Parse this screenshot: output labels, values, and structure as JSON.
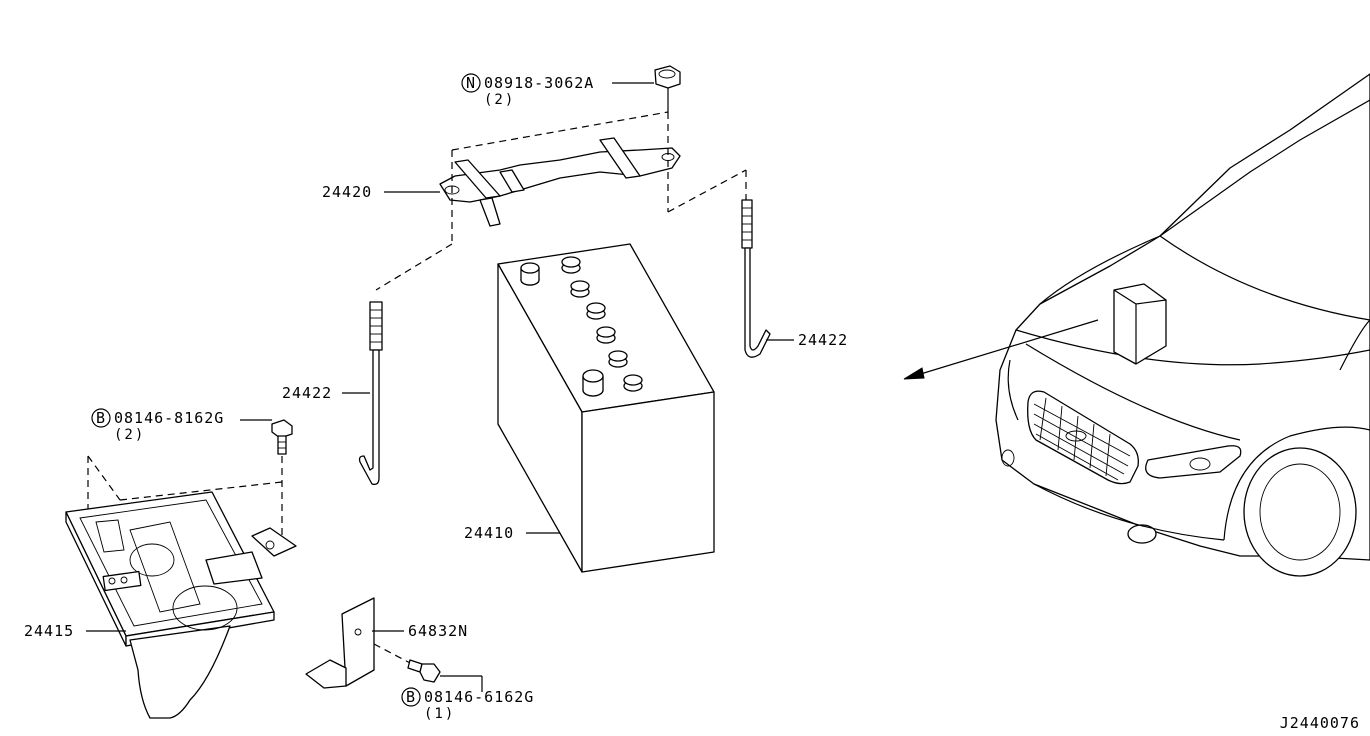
{
  "diagram_id": "J2440076",
  "callouts": [
    {
      "id": "nut",
      "prefix": "N",
      "part_no": "08918-3062A",
      "qty": "(2)"
    },
    {
      "id": "bracket-frame",
      "part_no": "24420"
    },
    {
      "id": "rod-left",
      "part_no": "24422"
    },
    {
      "id": "rod-right",
      "part_no": "24422"
    },
    {
      "id": "bolt-tray",
      "prefix": "B",
      "part_no": "08146-8162G",
      "qty": "(2)"
    },
    {
      "id": "battery",
      "part_no": "24410"
    },
    {
      "id": "tray",
      "part_no": "24415"
    },
    {
      "id": "bracket-small",
      "part_no": "64832N"
    },
    {
      "id": "bolt-bracket",
      "prefix": "B",
      "part_no": "08146-6162G",
      "qty": "(1)"
    }
  ]
}
